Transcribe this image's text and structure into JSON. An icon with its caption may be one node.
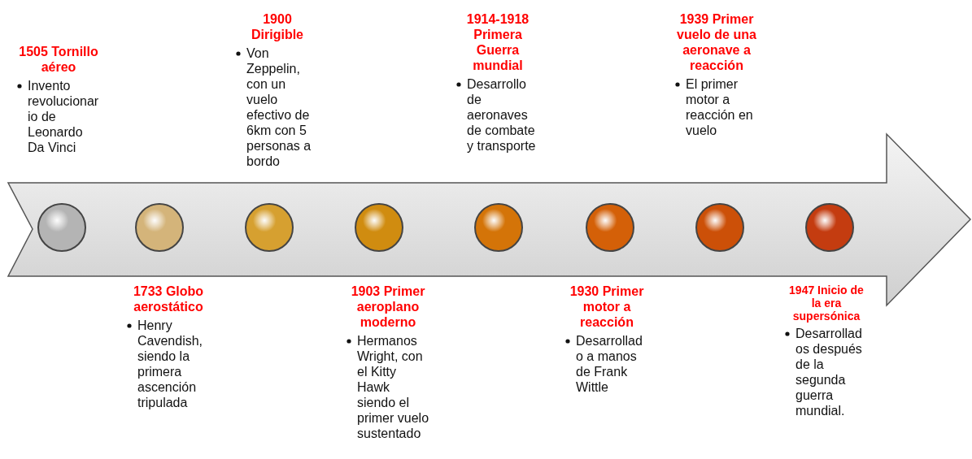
{
  "diagram": {
    "nodes": [
      {
        "text": [],
        "shape": "arrow"
      },
      {
        "text": [],
        "shape": "circle",
        "in": 0
      },
      {
        "text": [],
        "shape": "circle",
        "in": 0
      },
      {
        "text": [],
        "shape": "circle",
        "in": 0
      },
      {
        "text": [],
        "shape": "circle",
        "in": 0
      },
      {
        "text": [],
        "shape": "circle",
        "in": 0
      },
      {
        "text": [],
        "shape": "circle",
        "in": 0
      },
      {
        "text": [],
        "shape": "circle",
        "in": 0
      },
      {
        "text": [],
        "shape": "circle",
        "in": 0
      },
      {
        "text": [
          "1505 Tornillo aéreo",
          "Invento revolucionario de Leonardo Da Vinci"
        ]
      },
      {
        "text": [
          "1733 Globo aerostático",
          "Henry Cavendish, siendo la primera ascención tripulada"
        ]
      },
      {
        "text": [
          "1900 Dirigible",
          "Von Zeppelin, con un vuelo efectivo de 6km con 5 personas a bordo"
        ]
      },
      {
        "text": [
          "1903 Primer aeroplano moderno",
          "Hermanos Wright, con el Kitty Hawk siendo el primer vuelo sustentado"
        ]
      },
      {
        "text": [
          "1914-1918 Primera Guerra mundial",
          "Desarrollo de aeronaves de combate y transporte"
        ]
      },
      {
        "text": [
          "1930 Primer motor a reacción",
          "Desarrollado a manos de Frank Wittle"
        ]
      },
      {
        "text": [
          "1939 Primer vuelo de una aeronave a reacción",
          "El primer motor a reacción en vuelo"
        ]
      },
      {
        "text": [
          "1947 Inicio de la era supersónica",
          "Desarrollados después de la segunda guerra mundial."
        ]
      }
    ],
    "edges": []
  }
}
